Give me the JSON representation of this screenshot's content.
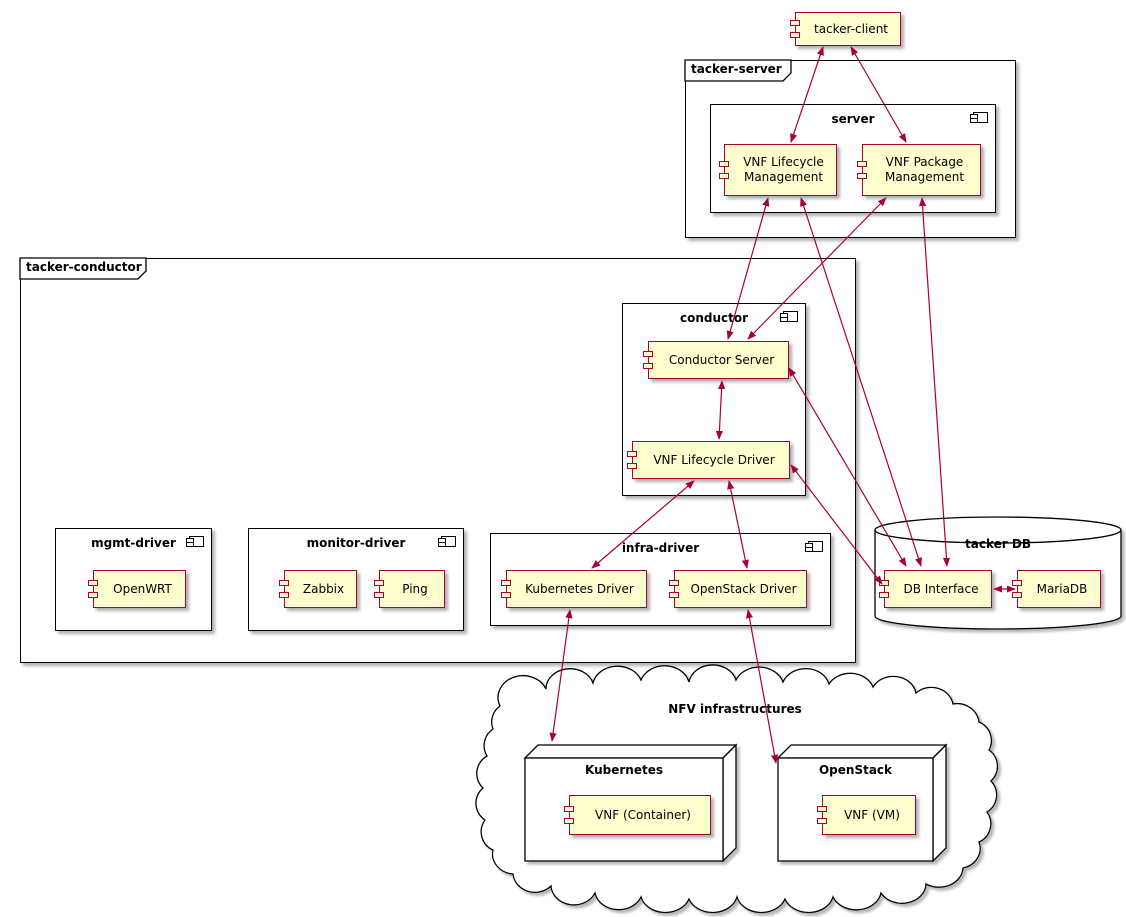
{
  "colors": {
    "component_fill": "#FEFECE",
    "component_border": "#A80036",
    "arrow": "#A80036",
    "outline": "#000000",
    "background": "#FFFFFF"
  },
  "nodes": {
    "tacker_client": {
      "label": "tacker-client"
    },
    "tacker_server_pkg": {
      "label": "tacker-server"
    },
    "server_box": {
      "label": "server"
    },
    "vnf_lifecycle_mgmt": {
      "label": "VNF Lifecycle Management"
    },
    "vnf_package_mgmt": {
      "label": "VNF Package Management"
    },
    "tacker_conductor_pkg": {
      "label": "tacker-conductor"
    },
    "conductor_box": {
      "label": "conductor"
    },
    "conductor_server": {
      "label": "Conductor Server"
    },
    "vnf_lifecycle_driver": {
      "label": "VNF Lifecycle Driver"
    },
    "mgmt_driver_box": {
      "label": "mgmt-driver"
    },
    "openwrt": {
      "label": "OpenWRT"
    },
    "monitor_driver_box": {
      "label": "monitor-driver"
    },
    "zabbix": {
      "label": "Zabbix"
    },
    "ping": {
      "label": "Ping"
    },
    "infra_driver_box": {
      "label": "infra-driver"
    },
    "kubernetes_driver": {
      "label": "Kubernetes Driver"
    },
    "openstack_driver": {
      "label": "OpenStack Driver"
    },
    "tacker_db": {
      "label": "tacker DB"
    },
    "db_interface": {
      "label": "DB Interface"
    },
    "mariadb": {
      "label": "MariaDB"
    },
    "nfv_infrastructures": {
      "label": "NFV infrastructures"
    },
    "kubernetes_node": {
      "label": "Kubernetes"
    },
    "vnf_container": {
      "label": "VNF (Container)"
    },
    "openstack_node": {
      "label": "OpenStack"
    },
    "vnf_vm": {
      "label": "VNF (VM)"
    }
  },
  "edges": [
    {
      "from": "tacker-client",
      "to": "VNF Lifecycle Management",
      "direction": "bidirectional"
    },
    {
      "from": "tacker-client",
      "to": "VNF Package Management",
      "direction": "bidirectional"
    },
    {
      "from": "VNF Lifecycle Management",
      "to": "Conductor Server",
      "direction": "bidirectional"
    },
    {
      "from": "VNF Package Management",
      "to": "Conductor Server",
      "direction": "bidirectional"
    },
    {
      "from": "VNF Lifecycle Management",
      "to": "DB Interface",
      "direction": "bidirectional"
    },
    {
      "from": "VNF Package Management",
      "to": "DB Interface",
      "direction": "bidirectional"
    },
    {
      "from": "Conductor Server",
      "to": "VNF Lifecycle Driver",
      "direction": "bidirectional"
    },
    {
      "from": "Conductor Server",
      "to": "DB Interface",
      "direction": "bidirectional"
    },
    {
      "from": "VNF Lifecycle Driver",
      "to": "DB Interface",
      "direction": "bidirectional"
    },
    {
      "from": "VNF Lifecycle Driver",
      "to": "Kubernetes Driver",
      "direction": "bidirectional"
    },
    {
      "from": "VNF Lifecycle Driver",
      "to": "OpenStack Driver",
      "direction": "bidirectional"
    },
    {
      "from": "DB Interface",
      "to": "MariaDB",
      "direction": "bidirectional"
    },
    {
      "from": "Kubernetes Driver",
      "to": "VNF (Container)",
      "direction": "bidirectional"
    },
    {
      "from": "OpenStack Driver",
      "to": "VNF (VM)",
      "direction": "bidirectional"
    }
  ]
}
